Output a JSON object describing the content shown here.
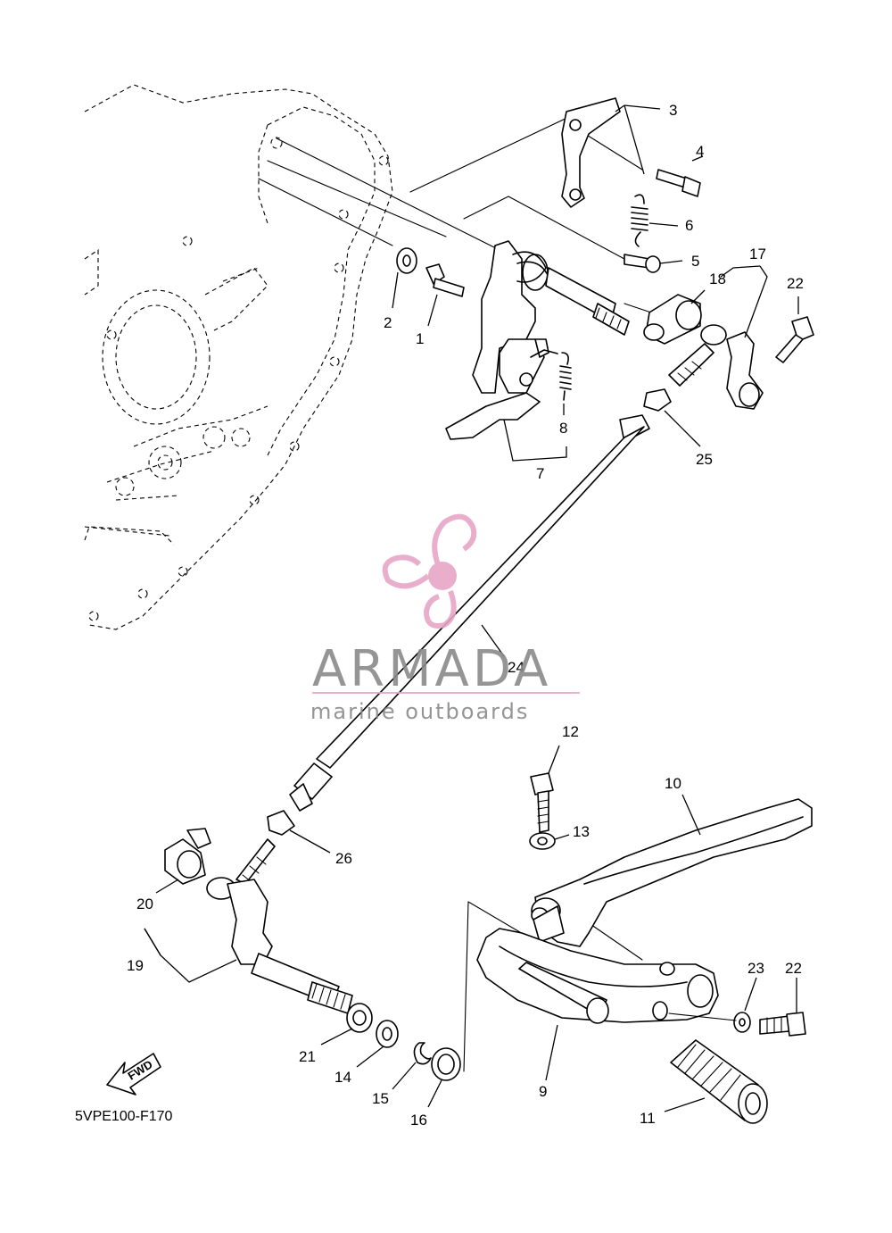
{
  "diagram": {
    "code": "5VPE100-F170",
    "fwd_label": "FWD",
    "callouts": [
      "1",
      "2",
      "3",
      "4",
      "5",
      "6",
      "7",
      "8",
      "9",
      "10",
      "11",
      "12",
      "13",
      "14",
      "15",
      "16",
      "17",
      "18",
      "19",
      "20",
      "21",
      "22",
      "22",
      "23",
      "24",
      "25",
      "26"
    ]
  },
  "watermark": {
    "brand": "ARMADA",
    "tagline": "marine outboards",
    "color_pink": "#e8a6c8",
    "color_gray": "#8a8a8a"
  }
}
